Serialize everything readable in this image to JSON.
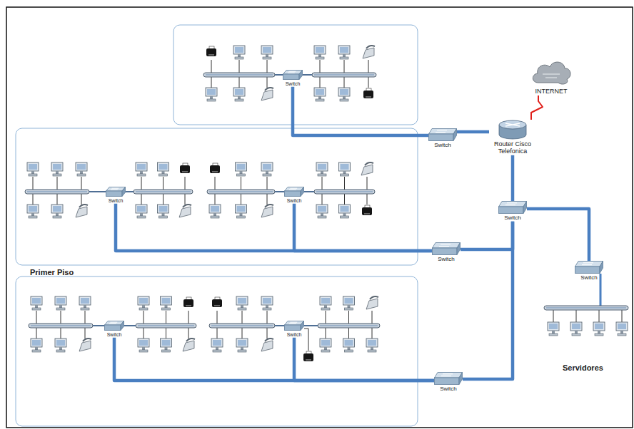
{
  "diagram": {
    "nodes": [
      {
        "text": [
          "INTERNET"
        ]
      },
      {
        "text": [
          "Router Cisco Telefonica"
        ]
      },
      {
        "text": [
          "Switch"
        ]
      },
      {
        "text": [
          "Switch"
        ]
      },
      {
        "text": [
          "Switch"
        ]
      },
      {
        "text": [
          "Switch"
        ]
      },
      {
        "text": [
          "Switch"
        ]
      },
      {
        "text": [
          "Switch"
        ]
      },
      {
        "text": [
          "Switch"
        ]
      },
      {
        "text": [
          "Switch"
        ]
      },
      {
        "text": [
          "Switch"
        ]
      },
      {
        "text": [
          "Switch"
        ]
      }
    ],
    "edges": [
      {
        "from": 2,
        "to": 3,
        "arrow": "none"
      },
      {
        "from": 3,
        "to": 1,
        "arrow": "none"
      },
      {
        "from": 1,
        "to": 0,
        "arrow": "none"
      },
      {
        "from": 1,
        "to": 4,
        "arrow": "none"
      },
      {
        "from": 4,
        "to": 8,
        "arrow": "none"
      },
      {
        "from": 4,
        "to": 7,
        "arrow": "none"
      },
      {
        "from": 4,
        "to": 11,
        "arrow": "none"
      },
      {
        "from": 5,
        "to": 7,
        "arrow": "none"
      },
      {
        "from": 6,
        "to": 7,
        "arrow": "none"
      },
      {
        "from": 9,
        "to": 11,
        "arrow": "none"
      },
      {
        "from": 10,
        "to": 11,
        "arrow": "none"
      }
    ],
    "labels": [
      "Primer Piso",
      "Servidores"
    ]
  }
}
